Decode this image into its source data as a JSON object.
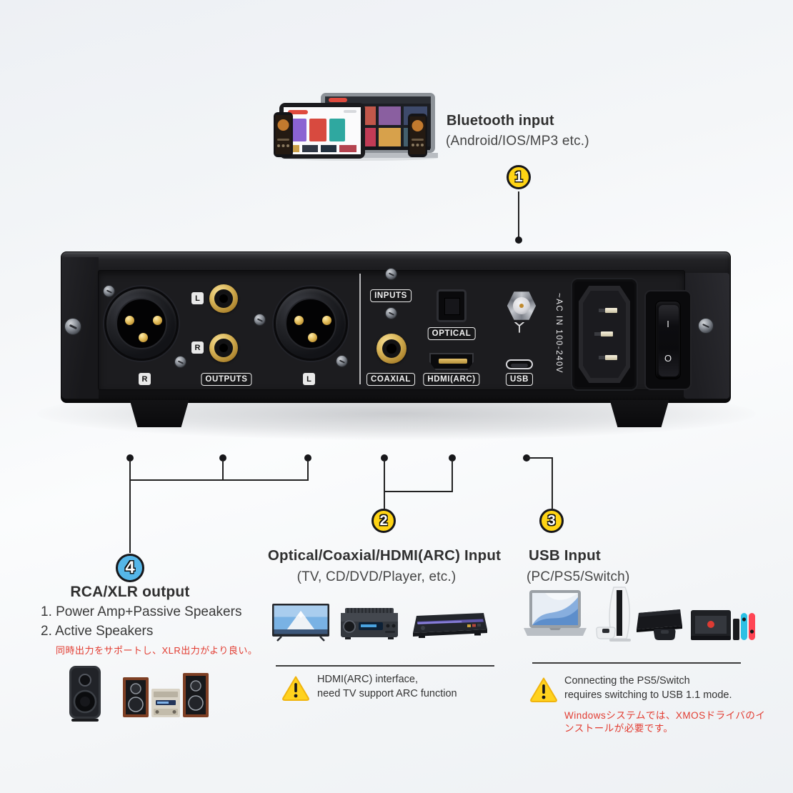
{
  "callout1": {
    "number": "1",
    "title": "Bluetooth input",
    "subtitle": "(Android/IOS/MP3 etc.)"
  },
  "callout2": {
    "number": "2",
    "title": "Optical/Coaxial/HDMI(ARC) Input",
    "subtitle": "(TV, CD/DVD/Player, etc.)",
    "warning1": "HDMI(ARC) interface,",
    "warning2": "need TV support ARC function"
  },
  "callout3": {
    "number": "3",
    "title": "USB Input",
    "subtitle": "(PC/PS5/Switch)",
    "warning1": "Connecting the PS5/Switch",
    "warning2": "requires switching to USB 1.1 mode.",
    "note_jp1": "Windowsシステムでは、XMOSドライバのイ",
    "note_jp2": "ンストールが必要です。"
  },
  "callout4": {
    "number": "4",
    "title": "RCA/XLR output",
    "item1": "1. Power Amp+Passive Speakers",
    "item2": "2. Active Speakers",
    "note_jp": "同時出力をサポートし、XLR出力がより良い。"
  },
  "rear_panel": {
    "xlr_right_label": "R",
    "xlr_left_label": "L",
    "rca_left_label": "L",
    "rca_right_label": "R",
    "outputs_label": "OUTPUTS",
    "inputs_label": "INPUTS",
    "optical_label": "OPTICAL",
    "coaxial_label": "COAXIAL",
    "hdmi_label": "HDMI(ARC)",
    "usb_label": "USB",
    "ac_label": "~AC IN 100-240V",
    "power_on": "I",
    "power_off": "O"
  },
  "colors": {
    "accent_yellow": "#ffd414",
    "accent_blue": "#55b6e8",
    "note_red": "#e23b30"
  }
}
